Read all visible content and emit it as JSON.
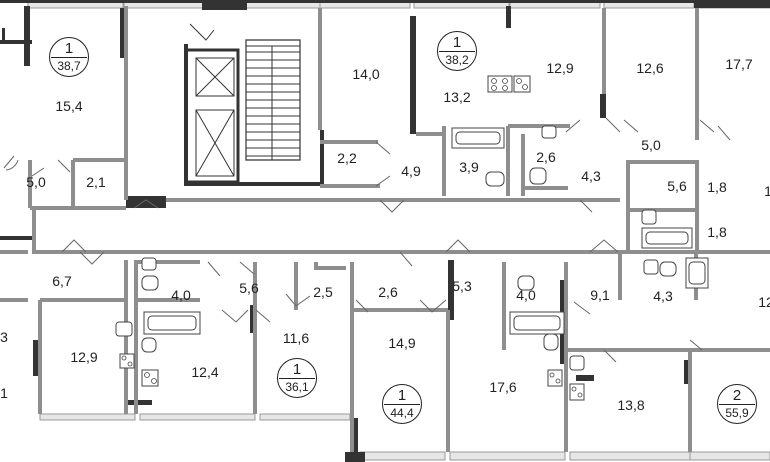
{
  "plan": {
    "room_areas": [
      "14,0",
      "12,9",
      "12,6",
      "17,7",
      "15,4",
      "13,2",
      "2,2",
      "4,9",
      "3,9",
      "2,6",
      "4,3",
      "5,0",
      "5,0",
      "2,1",
      "5,6",
      "1,8",
      "1,8",
      "6,7",
      "4,0",
      "5,6",
      "2,5",
      "2,6",
      "5,3",
      "4,0",
      "9,1",
      "4,3",
      "12,9",
      "12,4",
      "11,6",
      "14,9",
      "17,6",
      "13,8"
    ],
    "apartments": [
      {
        "rooms": "1",
        "area": "38,7"
      },
      {
        "rooms": "1",
        "area": "38,2"
      },
      {
        "rooms": "1",
        "area": "36,1"
      },
      {
        "rooms": "1",
        "area": "44,4"
      },
      {
        "rooms": "2",
        "area": "55,9"
      }
    ],
    "edge_fragments": [
      "3",
      "1",
      "12",
      "1"
    ]
  }
}
